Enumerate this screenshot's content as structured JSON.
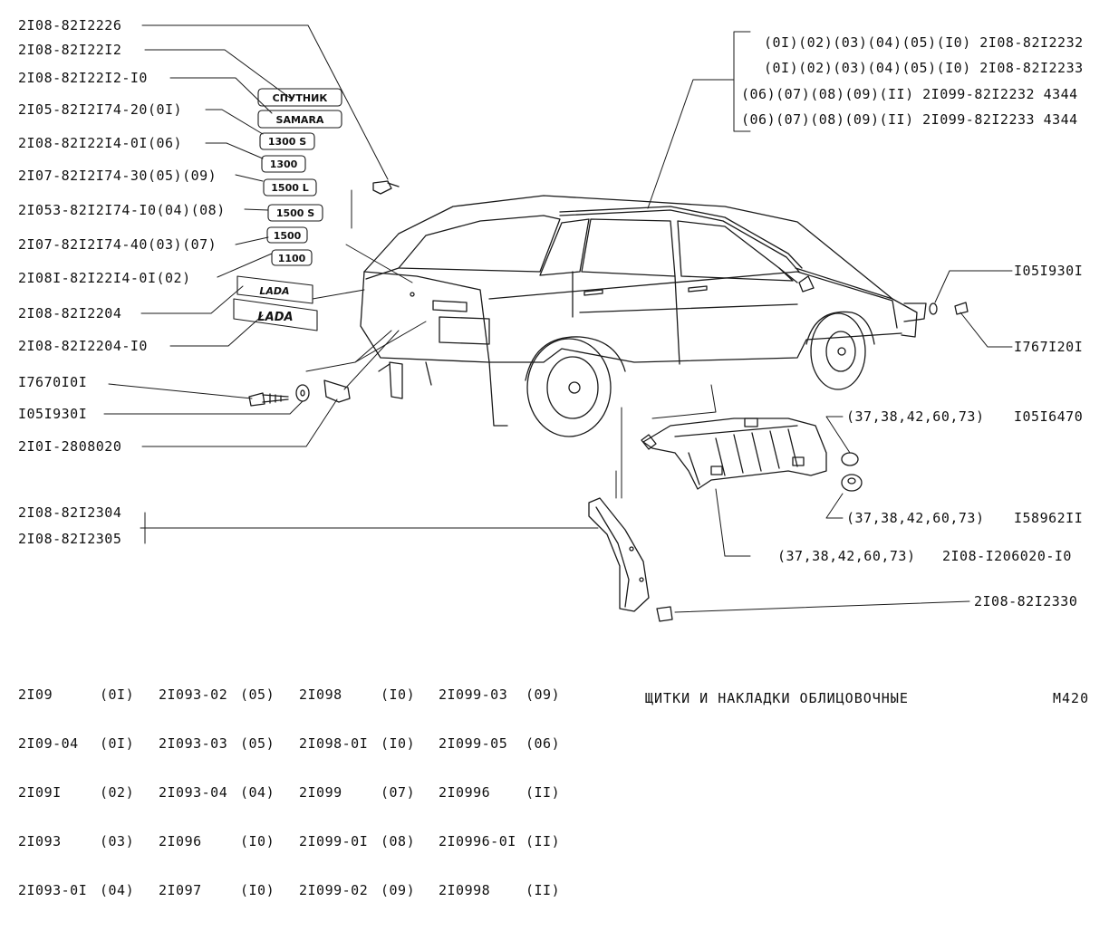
{
  "labels_left": [
    "2I08-82I2226",
    "2I08-82I22I2",
    "2I08-82I22I2-I0",
    "2I05-82I2I74-20(0I)",
    "2I08-82I22I4-0I(06)",
    "2I07-82I2I74-30(05)(09)",
    "2I053-82I2I74-I0(04)(08)",
    "2I07-82I2I74-40(03)(07)",
    "2I08I-82I22I4-0I(02)",
    "2I08-82I2204",
    "2I08-82I2204-I0",
    "I7670I0I",
    "I05I930I",
    "2I0I-2808020"
  ],
  "labels_right_bracket": [
    "(0I)(02)(03)(04)(05)(I0) 2I08-82I2232",
    "(0I)(02)(03)(04)(05)(I0) 2I08-82I2233",
    "(06)(07)(08)(09)(II) 2I099-82I2232 4344",
    "(06)(07)(08)(09)(II) 2I099-82I2233 4344"
  ],
  "labels_right": {
    "washer_right": "I05I930I",
    "screw_right": "I767I20I",
    "nut_top_apps": "(37,38,42,60,73)",
    "nut_top_num": "I05I6470",
    "nut_bot_apps": "(37,38,42,60,73)",
    "nut_bot_num": "I58962II",
    "shield_apps": "(37,38,42,60,73)",
    "shield_num": "2I08-I206020-I0",
    "clip_num": "2I08-82I2330"
  },
  "labels_mudguard": [
    "2I08-82I2304",
    "2I08-82I2305"
  ],
  "badges": [
    "СПУТНИК",
    "SAMARA",
    "1300 S",
    "1300",
    "1500 L",
    "1500 S",
    "1500",
    "1100",
    "LADA",
    "LADA"
  ],
  "models": [
    [
      [
        "2I09",
        "(0I)"
      ],
      [
        "2I09-04",
        "(0I)"
      ],
      [
        "2I09I",
        "(02)"
      ],
      [
        "2I093",
        "(03)"
      ],
      [
        "2I093-0I",
        "(04)"
      ]
    ],
    [
      [
        "2I093-02",
        "(05)"
      ],
      [
        "2I093-03",
        "(05)"
      ],
      [
        "2I093-04",
        "(04)"
      ],
      [
        "2I096",
        "(I0)"
      ],
      [
        "2I097",
        "(I0)"
      ]
    ],
    [
      [
        "2I098",
        "(I0)"
      ],
      [
        "2I098-0I",
        "(I0)"
      ],
      [
        "2I099",
        "(07)"
      ],
      [
        "2I099-0I",
        "(08)"
      ],
      [
        "2I099-02",
        "(09)"
      ]
    ],
    [
      [
        "2I099-03",
        "(09)"
      ],
      [
        "2I099-05",
        "(06)"
      ],
      [
        "2I0996",
        "(II)"
      ],
      [
        "2I0996-0I",
        "(II)"
      ],
      [
        "2I0998",
        "(II)"
      ]
    ]
  ],
  "title": "ЩИТКИ И НАКЛАДКИ ОБЛИЦОВОЧНЫЕ",
  "page_code": "М420"
}
